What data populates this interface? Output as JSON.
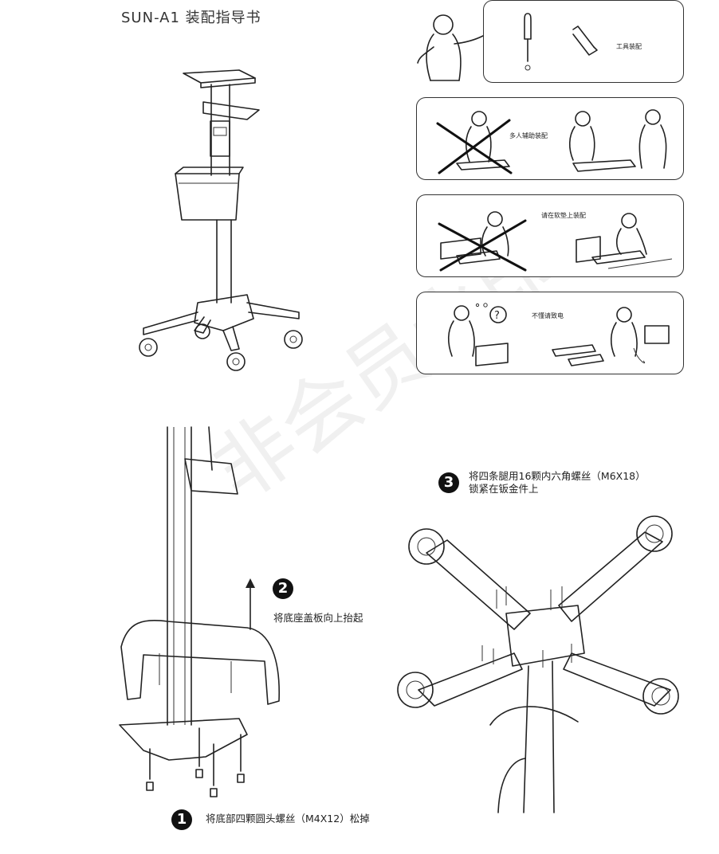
{
  "doc": {
    "title": "SUN-A1  装配指导书"
  },
  "panels": [
    {
      "text": "工具装配"
    },
    {
      "text": "多人辅助装配"
    },
    {
      "text": "请在软垫上装配"
    },
    {
      "text": "不懂请致电"
    }
  ],
  "steps": [
    {
      "num": "1",
      "line1": "将底部四颗圆头螺丝（M4X12）松掉"
    },
    {
      "num": "2",
      "line1": "将底座盖板向上抬起"
    },
    {
      "num": "3",
      "line1": "将四条腿用16颗内六角螺丝（M6X18）",
      "line2": "锁紧在钣金件上"
    }
  ],
  "watermark": "非会员水印"
}
